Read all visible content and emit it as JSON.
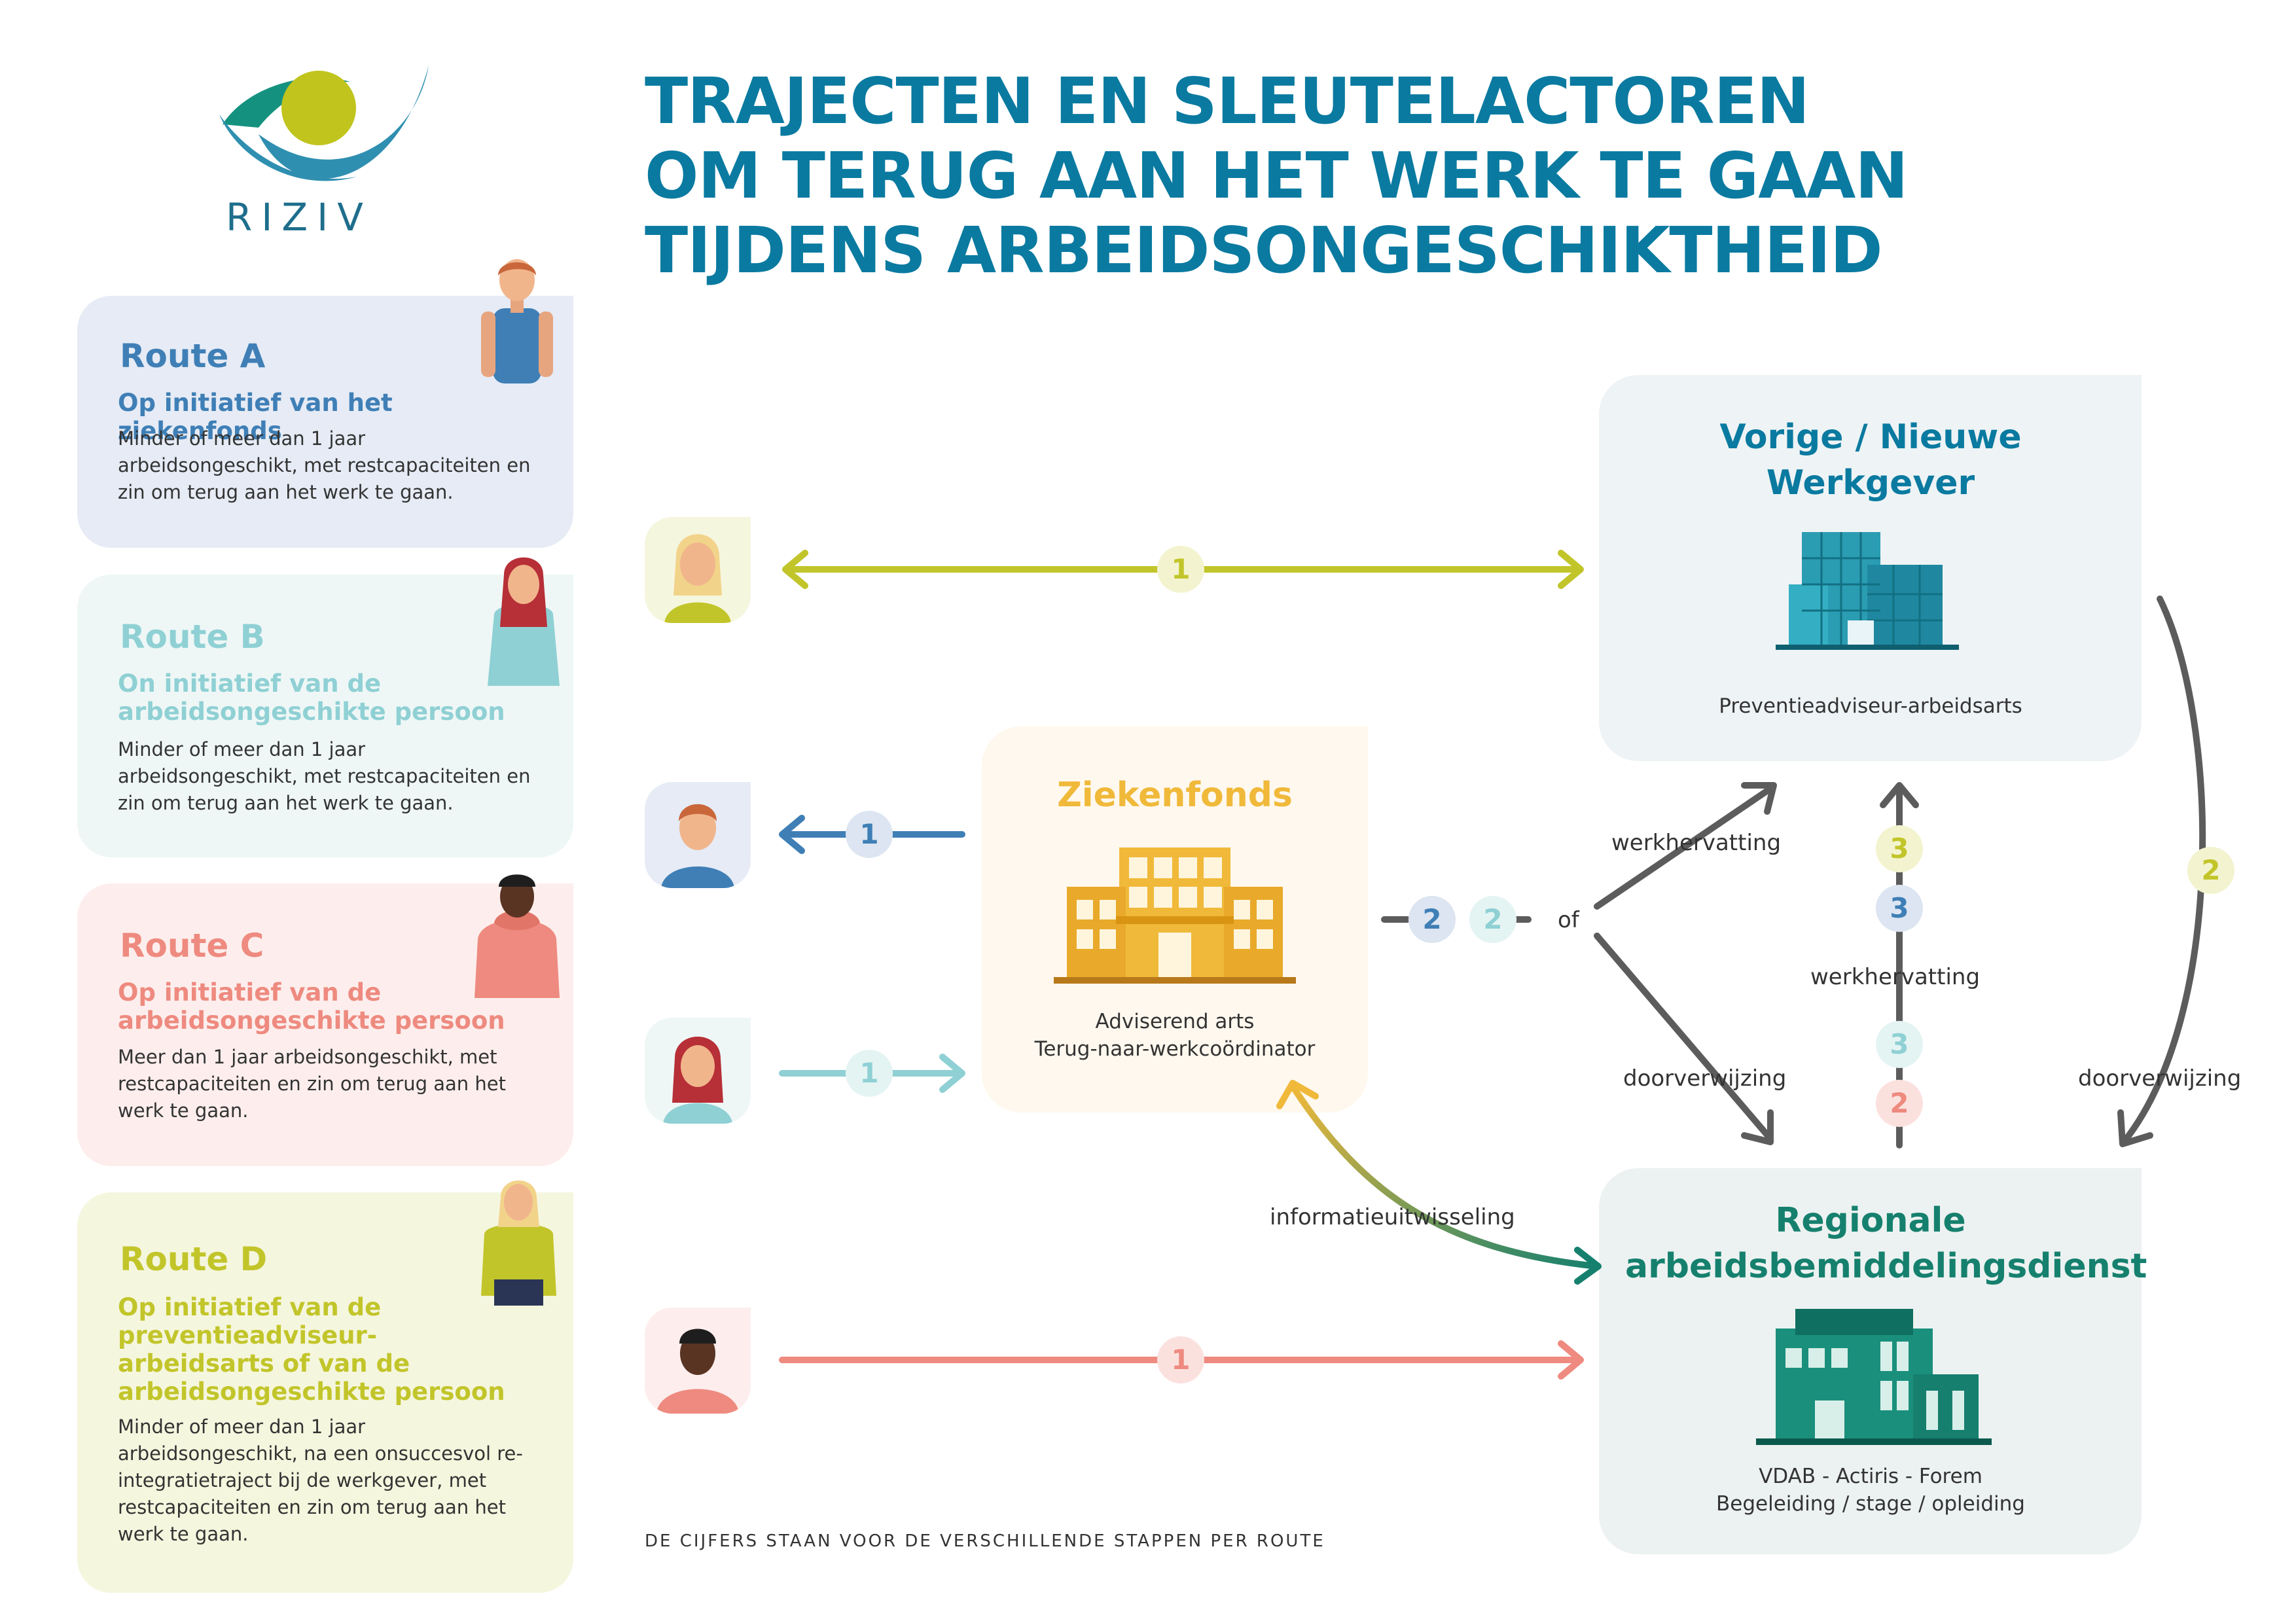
{
  "logo": {
    "text": "RIZIV"
  },
  "title": [
    "TRAJECTEN EN SLEUTELACTOREN",
    "OM TERUG AAN HET WERK TE GAAN",
    "TIJDENS ARBEIDSONGESCHIKTHEID"
  ],
  "routes": [
    {
      "title": "Route A",
      "subtitle": "Op initiatief van het ziekenfonds",
      "description": "Minder of meer dan 1 jaar arbeidsongeschikt, met restcapaciteiten en zin om terug aan het werk te gaan.",
      "color": "#3f7fb6",
      "bg": "#e6ebf5"
    },
    {
      "title": "Route B",
      "subtitle": "On initiatief van de arbeidsongeschikte persoon",
      "description": "Minder of meer dan 1 jaar arbeidsongeschikt, met restcapaciteiten en zin om terug aan het werk te gaan.",
      "color": "#8fd0d4",
      "bg": "#eef7f6"
    },
    {
      "title": "Route C",
      "subtitle": "Op initiatief van de arbeidsongeschikte persoon",
      "description": "Meer dan 1 jaar arbeidsongeschikt, met restcapaciteiten en zin om terug aan het werk te gaan.",
      "color": "#ee8a7f",
      "bg": "#fdeeed"
    },
    {
      "title": "Route D",
      "subtitle": "Op initiatief van de preventieadviseur-arbeidsarts of van de arbeidsongeschikte persoon",
      "description": "Minder of meer dan 1 jaar arbeidsongeschikt, na een onsuccesvol re-integratietraject bij de werkgever, met restcapaciteiten en zin om terug aan het werk te gaan.",
      "color": "#c2c52a",
      "bg": "#f5f6de"
    }
  ],
  "nodes": {
    "employer": {
      "title": "Vorige / Nieuwe Werkgever",
      "text": "Preventieadviseur-arbeidsarts"
    },
    "mutuality": {
      "title": "Ziekenfonds",
      "text": "Adviserend arts\nTerug-naar-werkcoördinator"
    },
    "employment": {
      "title": "Regionale arbeidsbemiddelingsdienst",
      "text": "VDAB - Actiris - Forem\nBegeleiding / stage / opleiding"
    }
  },
  "flow_labels": {
    "werkhervatting_1": "werkhervatting",
    "werkhervatting_2": "werkhervatting",
    "doorverwijzing_1": "doorverwijzing",
    "doorverwijzing_2": "doorverwijzing",
    "of": "of",
    "informatieuitwisseling": "informatieuitwisseling"
  },
  "badges": {
    "d1": "1",
    "a1": "1",
    "b1": "1",
    "c1": "1",
    "a2": "2",
    "b2": "2",
    "d2": "2",
    "d3": "3",
    "a3": "3",
    "b3": "3",
    "c2": "2"
  },
  "footnote": "DE CIJFERS STAAN VOOR DE VERSCHILLENDE STAPPEN PER ROUTE",
  "colors": {
    "title": "#0a7aa0",
    "route_a": "#3f7fb6",
    "route_b": "#8fd0d4",
    "route_c": "#ee8a7f",
    "route_d": "#c2c52a",
    "mutuality": "#f0b93a",
    "employment": "#16806e",
    "arrow_grey": "#5c5c5c"
  }
}
